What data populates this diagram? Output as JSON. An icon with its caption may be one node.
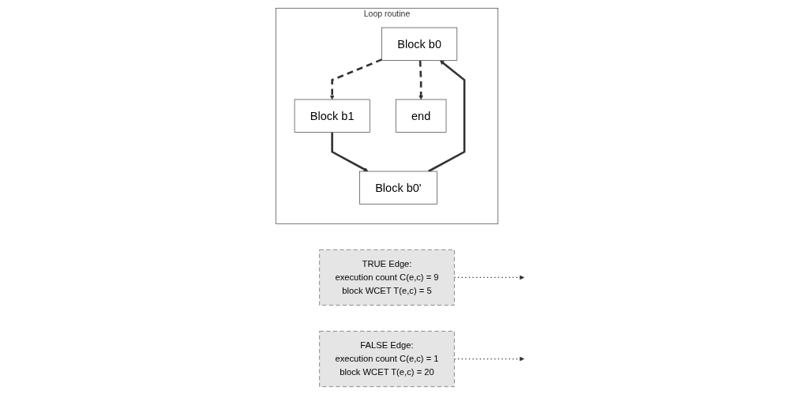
{
  "diagram": {
    "nodes": [
      {
        "text": [
          "Loop routine"
        ]
      },
      {
        "text": [
          "Block b0"
        ],
        "in": 0
      },
      {
        "text": [
          "Block b1"
        ],
        "in": 0
      },
      {
        "text": [
          "Block b0'"
        ],
        "in": 0
      },
      {
        "text": [
          "end"
        ],
        "in": 0
      },
      {
        "text": [
          "TRUE Edge:",
          "execution count C(e,c) = 9",
          "block WCET T(e,c) = 5"
        ]
      },
      {
        "text": [
          "FALSE Edge:",
          "execution count C(e,c) = 1",
          "block WCET T(e,c) = 20"
        ]
      }
    ],
    "edges": [
      {
        "from": 1,
        "to": 2,
        "arrow": "to",
        "style": "dashed"
      },
      {
        "from": 2,
        "to": 3,
        "arrow": "to"
      },
      {
        "from": 3,
        "to": 1,
        "arrow": "to"
      },
      {
        "from": 1,
        "to": 4,
        "arrow": "to",
        "style": "dashed"
      },
      {
        "from": 5,
        "to": null,
        "arrow": "to",
        "style": "dashed"
      },
      {
        "from": 6,
        "to": null,
        "arrow": "to",
        "style": "dashed"
      }
    ]
  }
}
